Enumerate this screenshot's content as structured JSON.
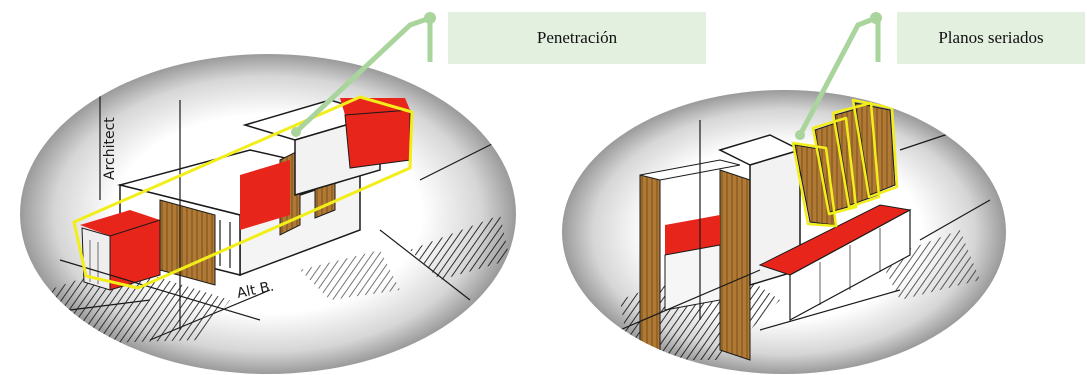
{
  "labels": {
    "left": "Penetración",
    "right": "Planos seriados"
  },
  "sketch_text": {
    "left_vertical": "Architect",
    "left_bottom": "Alt B."
  },
  "colors": {
    "label_fill": "#e3efdf",
    "leader_line": "#a9d49c",
    "highlight_outline": "#f2ee1a",
    "accent_red": "#e8251b",
    "wood": "#b07a35",
    "ink": "#1a1a1a",
    "vignette": "#9a9a9a"
  },
  "icons": [
    "callout-leader-icon"
  ]
}
